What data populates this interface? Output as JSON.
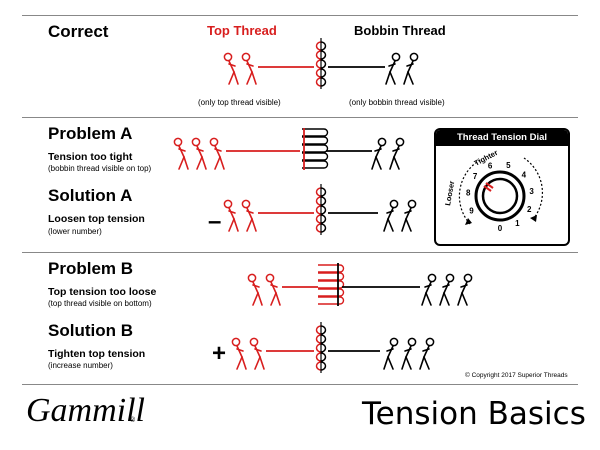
{
  "header": {
    "correct_label": "Correct",
    "top_thread_label": "Top Thread",
    "bobbin_thread_label": "Bobbin Thread",
    "top_caption": "(only top thread visible)",
    "bobbin_caption": "(only bobbin thread visible)"
  },
  "rows": {
    "problem_a": {
      "title": "Problem A",
      "subtitle": "Tension too tight",
      "note": "(bobbin thread visible on top)"
    },
    "solution_a": {
      "title": "Solution A",
      "subtitle": "Loosen top tension",
      "note": "(lower number)",
      "sign": "–"
    },
    "problem_b": {
      "title": "Problem B",
      "subtitle": "Top tension too loose",
      "note": "(top thread visible on bottom)"
    },
    "solution_b": {
      "title": "Solution B",
      "subtitle": "Tighten top tension",
      "note": "(increase number)",
      "sign": "+"
    }
  },
  "dial": {
    "title": "Thread Tension Dial",
    "tighter_label": "Tighter",
    "looser_label": "Looser",
    "numbers": [
      "0",
      "1",
      "2",
      "3",
      "4",
      "5",
      "6",
      "7",
      "8",
      "9"
    ]
  },
  "copyright": "© Copyright 2017 Superior Threads",
  "footer": {
    "brand": "Gammill",
    "registered": "®",
    "title": "Tension Basics"
  },
  "colors": {
    "red": "#d81e1e",
    "black": "#000000",
    "rule": "#888888"
  }
}
